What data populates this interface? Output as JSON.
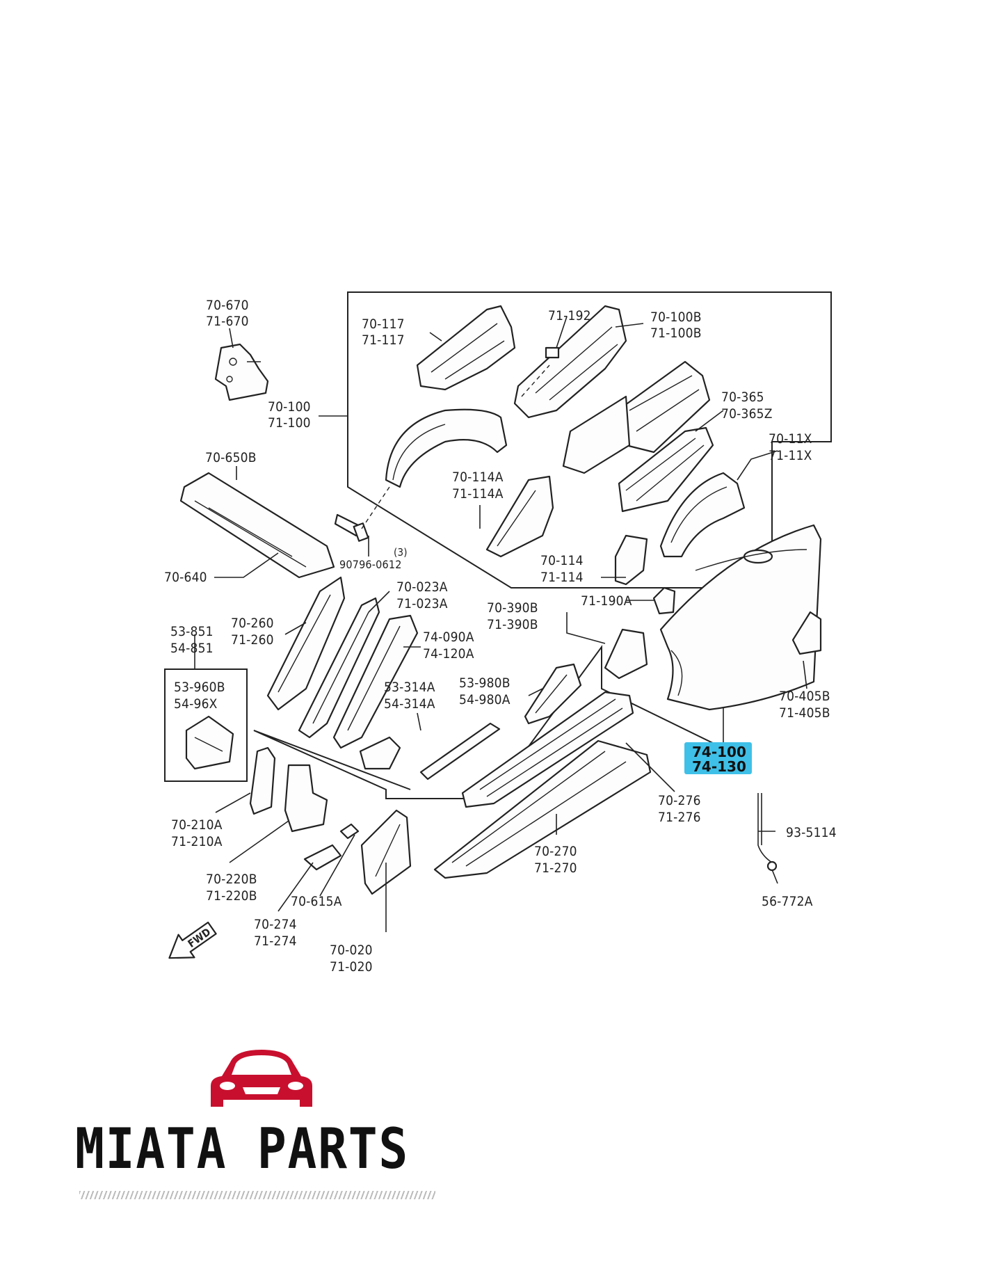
{
  "labels": {
    "l70_670": "70-670",
    "l71_670": "71-670",
    "l70_117": "70-117",
    "l71_117": "71-117",
    "l71_192": "71-192",
    "l70_100b": "70-100B",
    "l71_100b": "71-100B",
    "l70_100": "70-100",
    "l71_100": "71-100",
    "l70_365": "70-365",
    "l70_365z": "70-365Z",
    "l70_650b": "70-650B",
    "l70_11x": "70-11X",
    "l71_11x": "71-11X",
    "l70_114a": "70-114A",
    "l71_114a": "71-114A",
    "l90796": "90796-0612",
    "l3": "(3)",
    "l70_114": "70-114",
    "l71_114": "71-114",
    "l70_640": "70-640",
    "l70_023a": "70-023A",
    "l71_023a": "71-023A",
    "l71_190a": "71-190A",
    "l70_390b": "70-390B",
    "l71_390b": "71-390B",
    "l53_851": "53-851",
    "l54_851": "54-851",
    "l70_260": "70-260",
    "l71_260": "71-260",
    "l74_090a": "74-090A",
    "l74_120a": "74-120A",
    "l53_960b": "53-960B",
    "l54_96x": "54-96X",
    "l53_314a": "53-314A",
    "l54_314a": "54-314A",
    "l53_980b": "53-980B",
    "l54_980a": "54-980A",
    "l70_405b": "70-405B",
    "l71_405b": "71-405B",
    "l74_100": "74-100",
    "l74_130": "74-130",
    "l70_276": "70-276",
    "l71_276": "71-276",
    "l70_210a": "70-210A",
    "l71_210a": "71-210A",
    "l93_5114": "93-5114",
    "l70_270": "70-270",
    "l71_270": "71-270",
    "l70_220b": "70-220B",
    "l71_220b": "71-220B",
    "l70_615a": "70-615A",
    "l56_772a": "56-772A",
    "l70_274": "70-274",
    "l71_274": "71-274",
    "l70_020": "70-020",
    "l71_020": "71-020",
    "fwd": "FWD"
  },
  "highlight": {
    "color": "#3fc0e8"
  },
  "brand": {
    "name": "MIATA PARTS",
    "logo_color": "#c8102e"
  }
}
